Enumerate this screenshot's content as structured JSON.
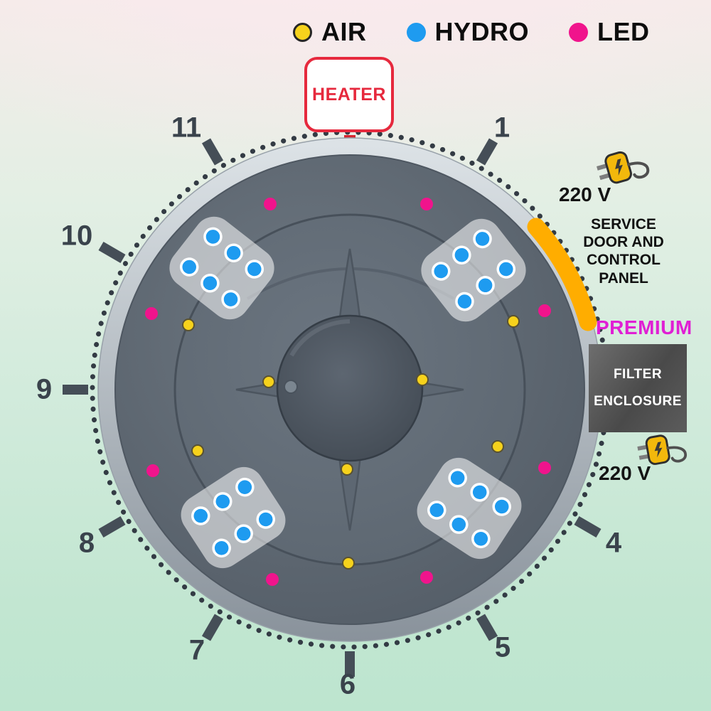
{
  "legend": {
    "items": [
      {
        "name": "air",
        "label": "AIR",
        "color": "#F6D21C"
      },
      {
        "name": "hydro",
        "label": "HYDRO",
        "color": "#1E9BF0"
      },
      {
        "name": "led",
        "label": "LED",
        "color": "#F0148C"
      }
    ]
  },
  "heater": {
    "label": "HEATER",
    "color": "#E6293D"
  },
  "clock": {
    "labels": {
      "h1": "1",
      "h4": "4",
      "h5": "5",
      "h6": "6",
      "h7": "7",
      "h8": "8",
      "h9": "9",
      "h10": "10",
      "h11": "11"
    }
  },
  "right_panel": {
    "voltage_top": "220 V",
    "service_door": "SERVICE DOOR AND CONTROL PANEL",
    "premium": "PREMIUM",
    "filter_line1": "FILTER",
    "filter_line2": "ENCLOSURE",
    "voltage_bottom": "220 V"
  },
  "colors": {
    "air": "#F6D21C",
    "hydro": "#1E9BF0",
    "led": "#F0148C",
    "heater_red": "#E6293D",
    "service_door_orange": "#FFAD00",
    "premium_magenta": "#E01FD4",
    "tub_body": "#5d6771"
  }
}
